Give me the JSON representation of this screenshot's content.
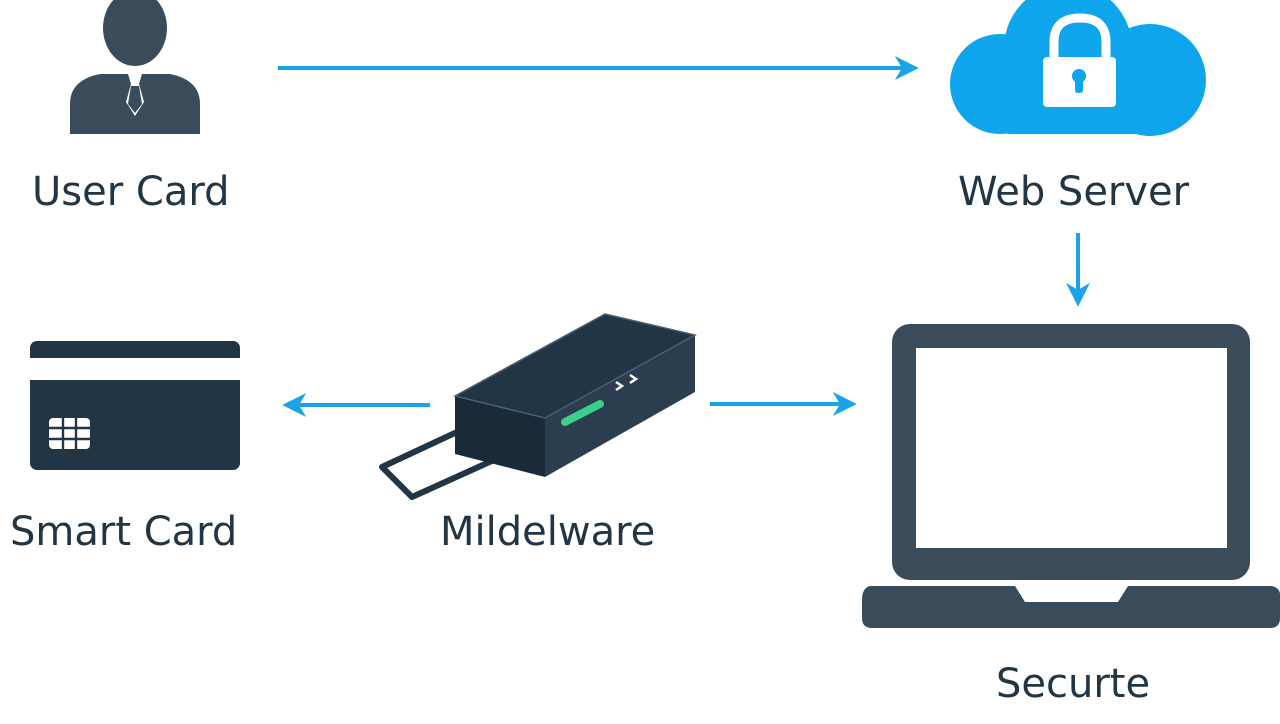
{
  "nodes": {
    "user": {
      "label": "User Card",
      "icon": "user-icon"
    },
    "web_server": {
      "label": "Web Server",
      "icon": "cloud-lock-icon"
    },
    "smart_card": {
      "label": "Smart Card",
      "icon": "smart-card-icon"
    },
    "middleware": {
      "label": "Mildelware",
      "icon": "card-reader-icon"
    },
    "secure": {
      "label": "Securte",
      "icon": "laptop-icon"
    }
  },
  "edges": [
    {
      "from": "user",
      "to": "web_server"
    },
    {
      "from": "web_server",
      "to": "secure"
    },
    {
      "from": "middleware",
      "to": "smart_card"
    },
    {
      "from": "middleware",
      "to": "secure"
    }
  ],
  "colors": {
    "dark": "#223544",
    "icon_slate": "#3a4b5a",
    "accent_blue": "#1aa3e8",
    "cloud_blue": "#0ea5ec",
    "led_green": "#3ccf8a",
    "background": "#ffffff"
  }
}
